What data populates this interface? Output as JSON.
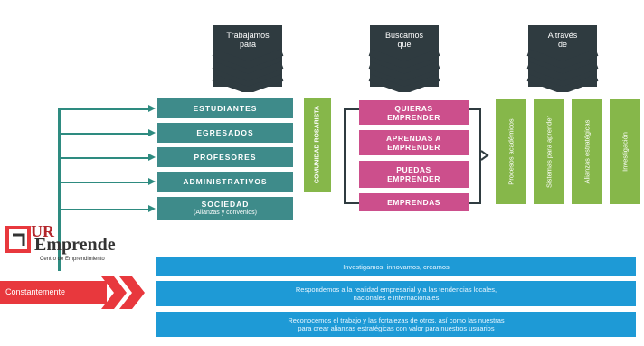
{
  "headers": [
    {
      "label_line1": "Trabajamos",
      "label_line2": "para"
    },
    {
      "label_line1": "Buscamos",
      "label_line2": "que"
    },
    {
      "label_line1": "A través",
      "label_line2": "de"
    }
  ],
  "audiences": [
    {
      "label": "ESTUDIANTES"
    },
    {
      "label": "EGRESADOS"
    },
    {
      "label": "PROFESORES"
    },
    {
      "label": "ADMINISTRATIVOS"
    },
    {
      "label": "SOCIEDAD",
      "sub": "(Alianzas y convenios)"
    }
  ],
  "community_label": "COMUNIDAD ROSARISTA",
  "goals": [
    {
      "line1": "QUIERAS",
      "line2": "EMPRENDER"
    },
    {
      "line1": "APRENDAS A",
      "line2": "EMPRENDER"
    },
    {
      "line1": "PUEDAS",
      "line2": "EMPRENDER"
    },
    {
      "line1": "EMPRENDAS",
      "line2": ""
    }
  ],
  "means": [
    {
      "label": "Procesos académicos"
    },
    {
      "label": "Sistemas para aprender"
    },
    {
      "label": "Alianzas estratégicas"
    },
    {
      "label": "Investigación"
    }
  ],
  "logo": {
    "prefix": "UR",
    "name": "Emprende",
    "tagline": "Centro de Emprendimiento"
  },
  "constantly_label": "Constantemente",
  "statements": [
    {
      "line1": "Investigamos, innovamos, creamos",
      "line2": ""
    },
    {
      "line1": "Respondemos a la realidad empresarial y a las tendencias locales,",
      "line2": "nacionales e internacionales"
    },
    {
      "line1": "Reconocemos el trabajo y las fortalezas de otros, así como las nuestras",
      "line2": "para crear alianzas estratégicas con valor para nuestros usuarios"
    }
  ],
  "colors": {
    "teal": "#3e8b8a",
    "pink": "#cc4f8c",
    "green": "#86b74a",
    "blue": "#1e9ad6",
    "dark": "#2f3b40",
    "red": "#e8383d"
  }
}
